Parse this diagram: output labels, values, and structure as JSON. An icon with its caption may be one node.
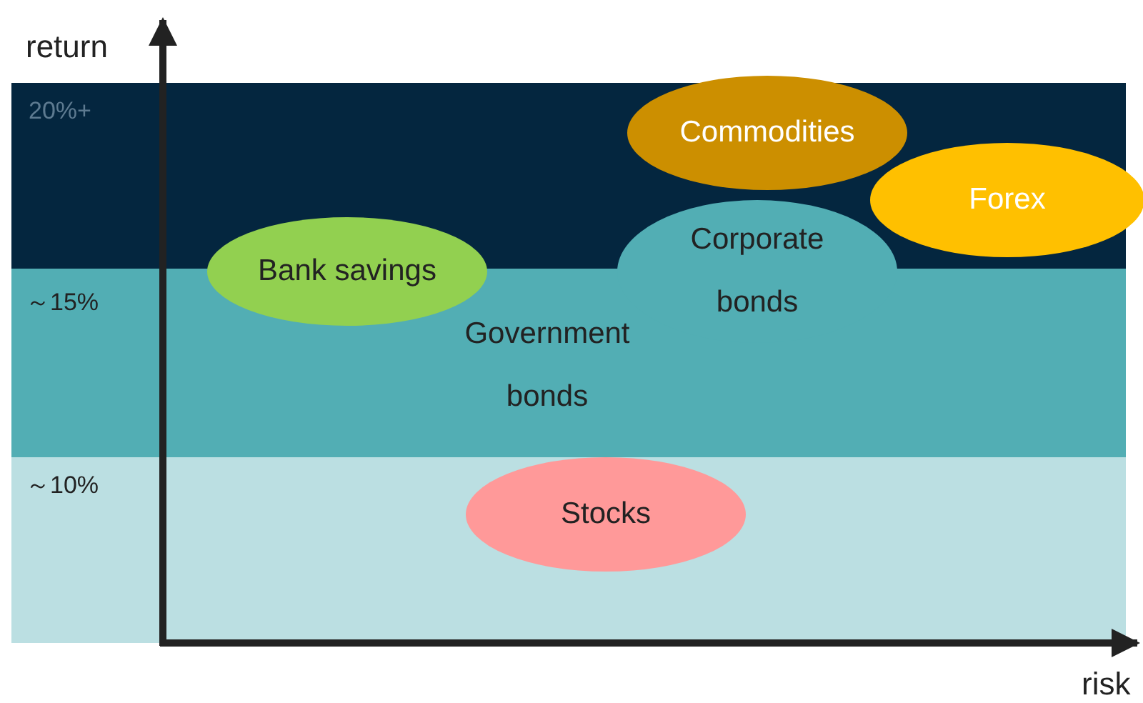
{
  "diagram": {
    "nodes": [
      {
        "text": [
          "20%+"
        ]
      },
      {
        "text": [
          "Commodities"
        ]
      },
      {
        "text": [
          "Forex"
        ]
      },
      {
        "text": [
          "Corporate bonds"
        ]
      },
      {
        "text": [
          "Bank savings"
        ]
      },
      {
        "text": [
          "～15%",
          "Government bonds"
        ]
      },
      {
        "text": [
          "～10%"
        ]
      },
      {
        "text": [
          "Stocks"
        ],
        "in": 6
      }
    ],
    "edges": [],
    "labels": [
      "return",
      "risk"
    ]
  }
}
